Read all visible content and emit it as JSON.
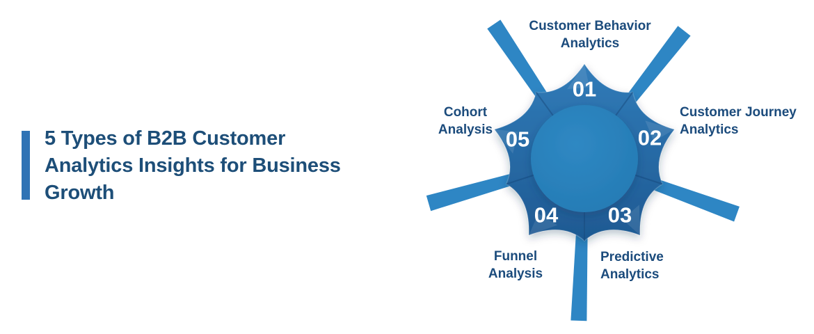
{
  "title": {
    "text": "5 Types of B2B Customer Analytics Insights for Business Growth",
    "lines": [
      "5 Types of B2B Customer",
      "Analytics Insights for Business",
      "Growth"
    ],
    "accent_color": "#2f73b5",
    "text_color": "#1d4e78"
  },
  "diagram": {
    "type": "radial-5-segment-flower",
    "colors": {
      "center_circle": "#2b84be",
      "ring_top": "#317cb9",
      "ring_bottom": "#1e5992",
      "rays": "#2e86c4",
      "number_text": "#ffffff",
      "label_text": "#1b4b7c"
    },
    "items": [
      {
        "number": "01",
        "label": "Customer Behavior Analytics",
        "label_lines": [
          "Customer Behavior",
          "Analytics"
        ]
      },
      {
        "number": "02",
        "label": "Customer Journey Analytics",
        "label_lines": [
          "Customer Journey",
          "Analytics"
        ]
      },
      {
        "number": "03",
        "label": "Predictive Analytics",
        "label_lines": [
          "Predictive",
          "Analytics"
        ]
      },
      {
        "number": "04",
        "label": "Funnel Analysis",
        "label_lines": [
          "Funnel",
          "Analysis"
        ]
      },
      {
        "number": "05",
        "label": "Cohort Analysis",
        "label_lines": [
          "Cohort",
          "Analysis"
        ]
      }
    ]
  }
}
